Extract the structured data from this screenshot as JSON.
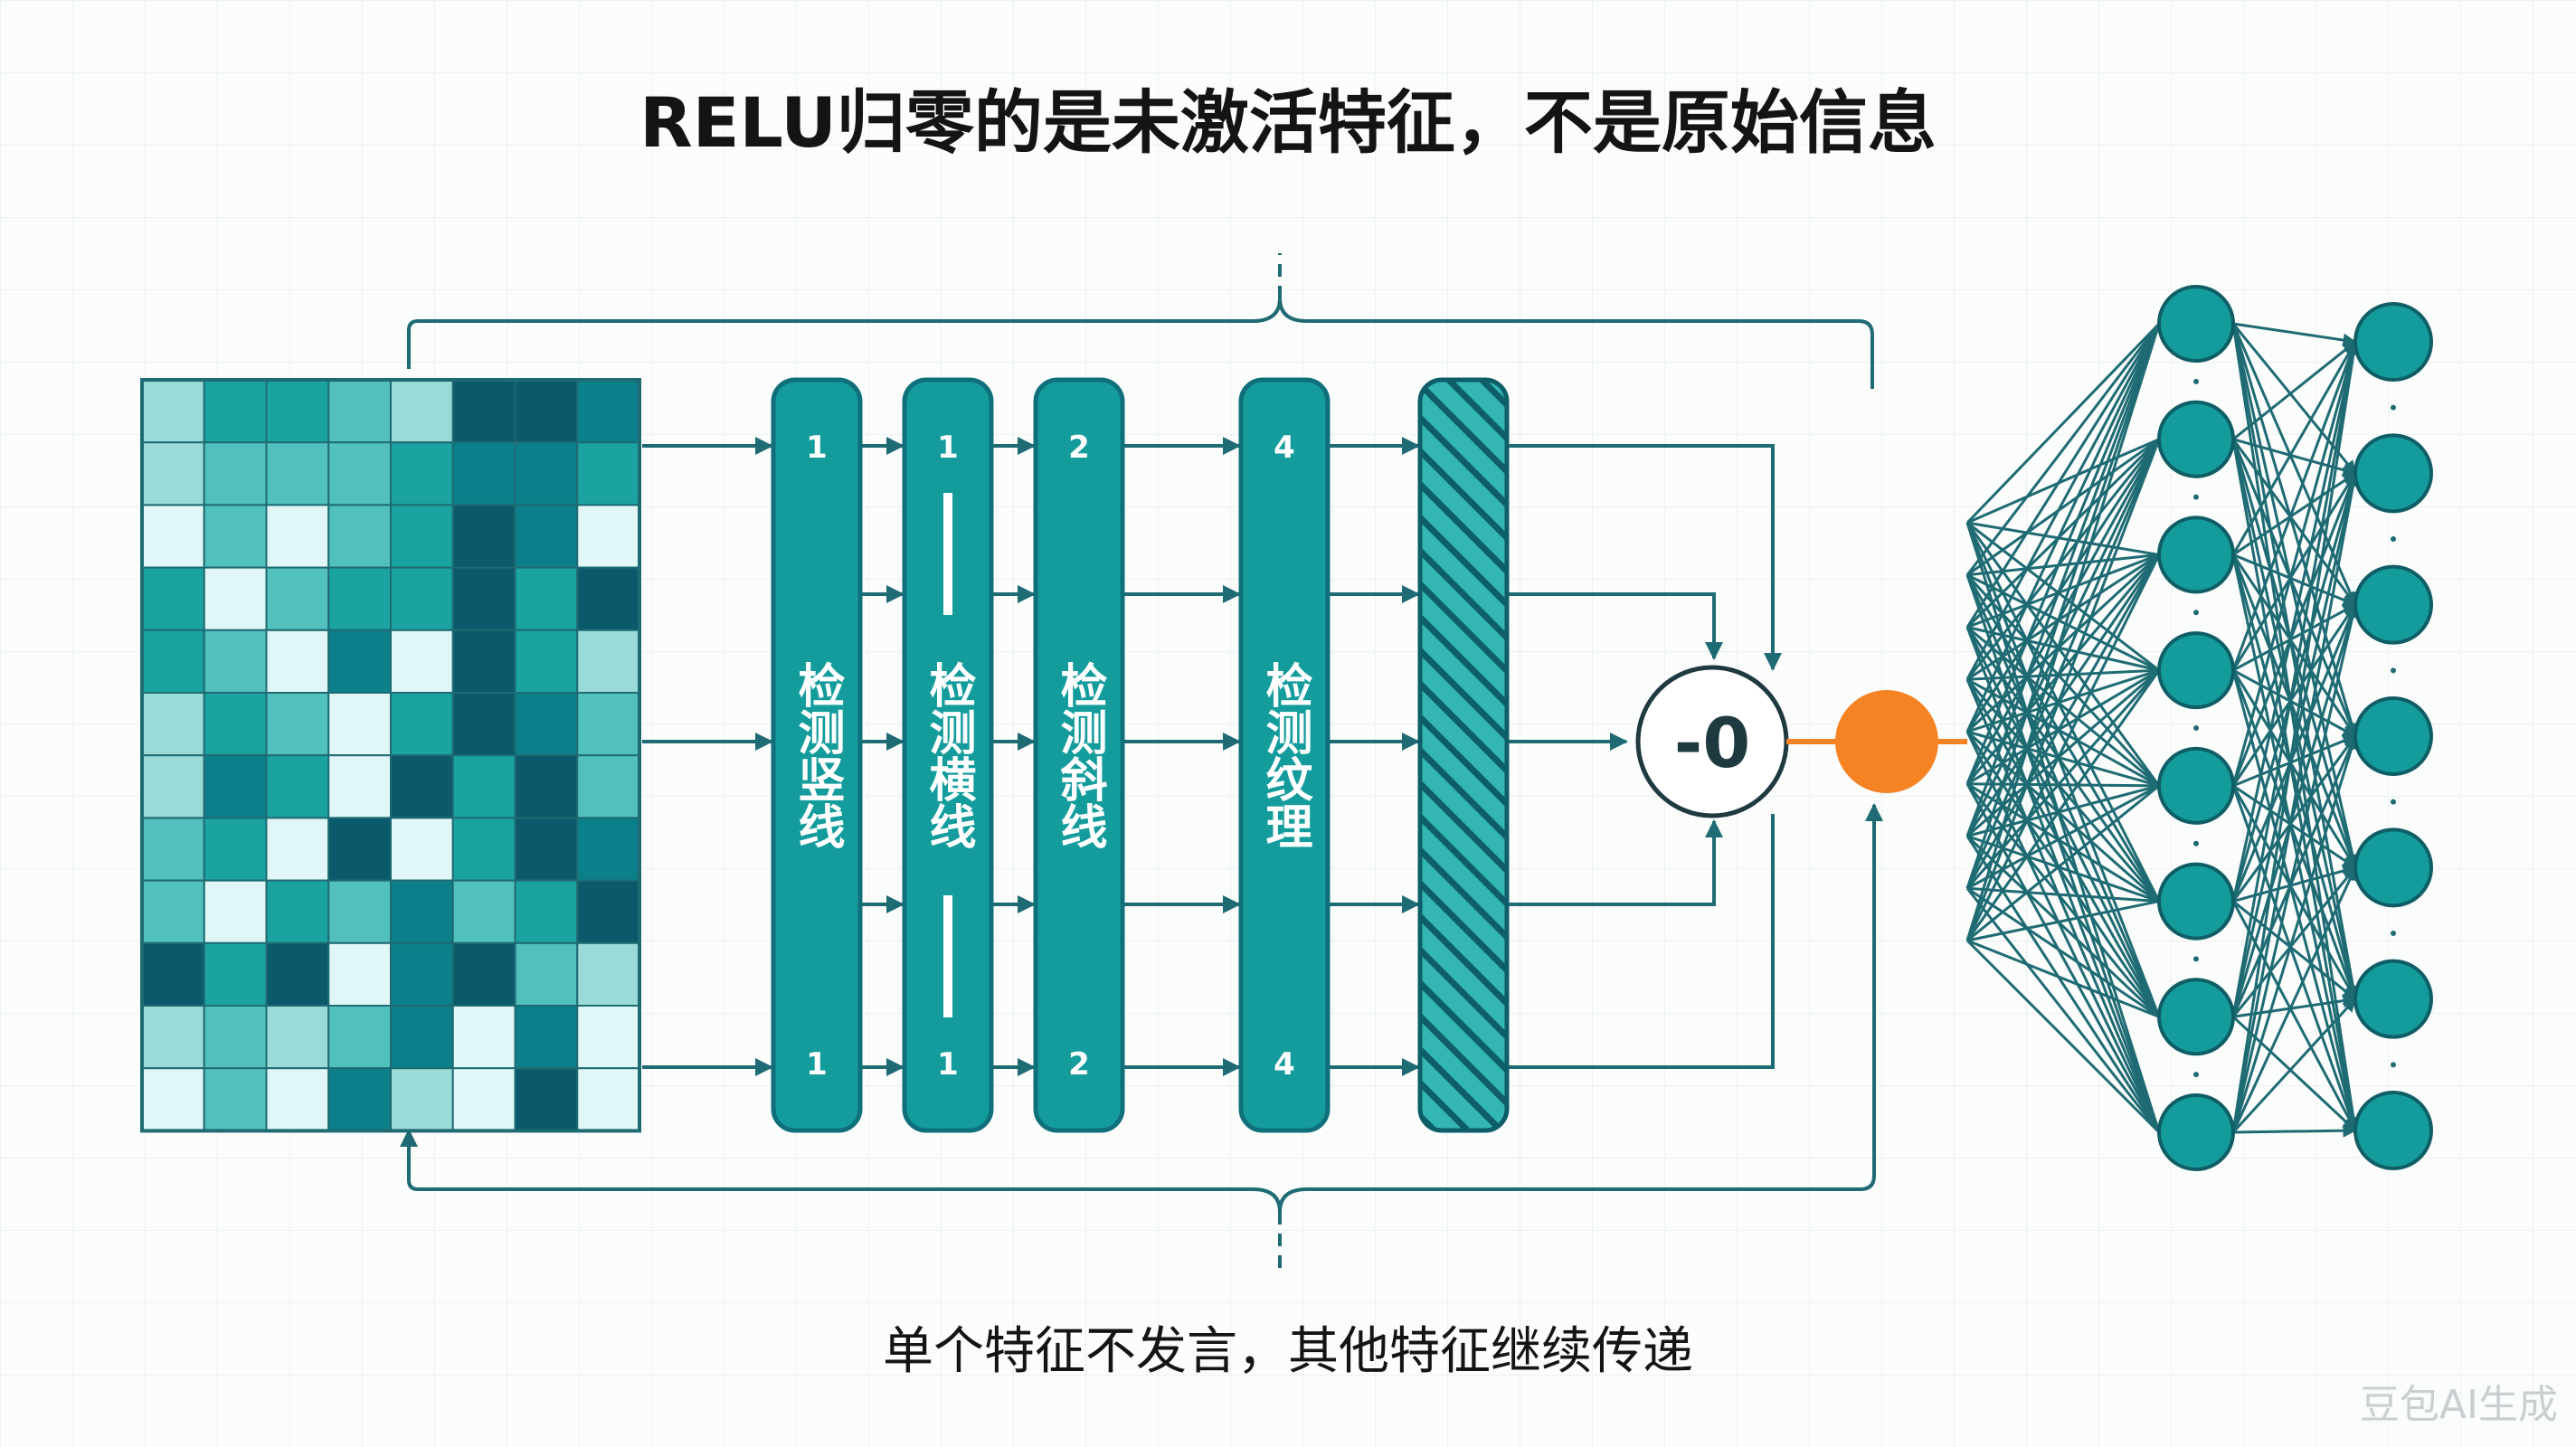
{
  "title": "RELU归零的是未激活特征，不是原始信息",
  "subtitle": "单个特征不发言，其他特征继续传递",
  "watermark": "豆包AI生成",
  "relu_output": "-0",
  "colors": {
    "teal": "#149c9c",
    "teal_dark": "#0f6f7a",
    "line": "#1f6b73",
    "orange": "#f58223",
    "grid_palette": [
      "#e1f6f6",
      "#9adbd8",
      "#52c0bc",
      "#1aa3a1",
      "#0b7f8a",
      "#0b5a6b"
    ]
  },
  "feature_detectors": [
    {
      "label": "检测竖线",
      "top_value": "1",
      "bottom_value": "1"
    },
    {
      "label": "检测横线",
      "top_value": "1",
      "bottom_value": "1"
    },
    {
      "label": "检测斜线",
      "top_value": "2",
      "bottom_value": "2"
    },
    {
      "label": "检测纹理",
      "top_value": "4",
      "bottom_value": "4"
    }
  ],
  "input_grid": [
    [
      1,
      3,
      3,
      2,
      1,
      5,
      5,
      4
    ],
    [
      1,
      2,
      2,
      2,
      3,
      4,
      4,
      3
    ],
    [
      0,
      2,
      0,
      2,
      3,
      5,
      4,
      0
    ],
    [
      3,
      0,
      2,
      3,
      3,
      5,
      3,
      5
    ],
    [
      3,
      2,
      0,
      4,
      0,
      5,
      3,
      1
    ],
    [
      1,
      3,
      2,
      0,
      3,
      5,
      4,
      2
    ],
    [
      1,
      4,
      3,
      0,
      5,
      3,
      5,
      2
    ],
    [
      2,
      3,
      0,
      5,
      0,
      3,
      5,
      4
    ],
    [
      2,
      0,
      3,
      2,
      4,
      2,
      3,
      5
    ],
    [
      5,
      3,
      5,
      0,
      4,
      5,
      2,
      1
    ],
    [
      1,
      2,
      1,
      2,
      4,
      0,
      4,
      0
    ],
    [
      0,
      2,
      0,
      4,
      1,
      0,
      5,
      0
    ]
  ],
  "network": {
    "layer1_nodes": 8,
    "layer2_nodes": 7
  }
}
